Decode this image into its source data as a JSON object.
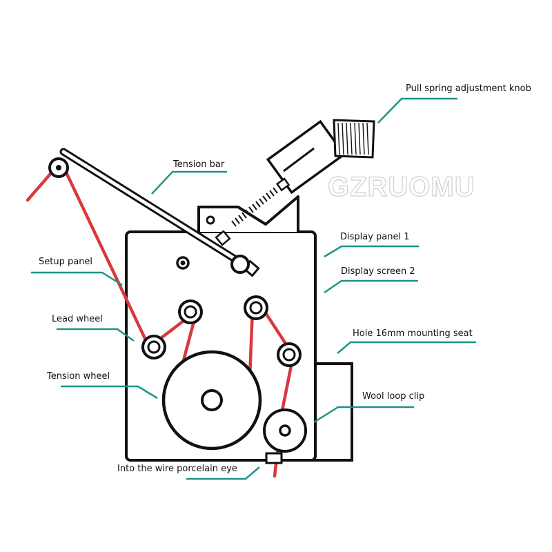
{
  "watermark": "GZRUOMU",
  "colors": {
    "outline": "#111111",
    "thread": "#d9393b",
    "leader": "#1a9485",
    "background": "#ffffff"
  },
  "labels": {
    "pull_spring_knob": "Pull spring adjustment knob",
    "tension_bar": "Tension bar",
    "display_panel_1": "Display panel 1",
    "display_screen_2": "Display screen 2",
    "setup_panel": "Setup panel",
    "lead_wheel": "Lead wheel",
    "hole_mounting_seat": "Hole 16mm mounting seat",
    "tension_wheel": "Tension wheel",
    "wool_loop_clip": "Wool loop clip",
    "porcelain_eye": "Into the wire porcelain eye"
  }
}
